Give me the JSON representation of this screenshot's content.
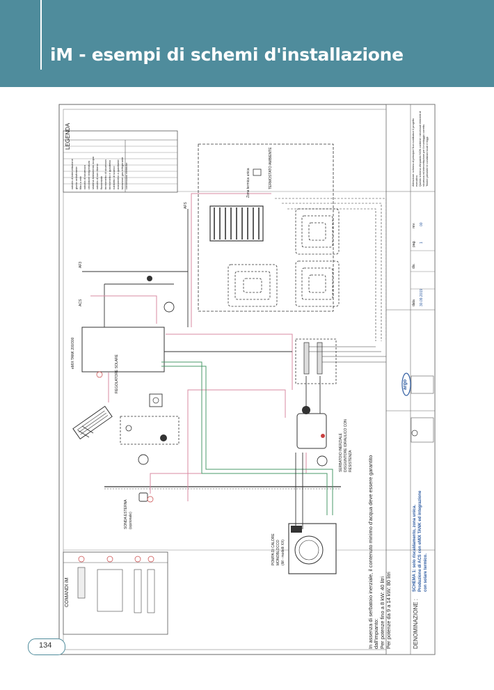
{
  "page": {
    "title": "iM - esempi di schemi d'installazione",
    "page_number": "134"
  },
  "colors": {
    "header": "#4f8c9c",
    "pipe_pink": "#d98aa2",
    "pipe_green": "#4a9a6a",
    "accent_red": "#c84040"
  },
  "diagram": {
    "legend_title": "LEGENDA",
    "legend_items": [
      "valvola di intercettazione",
      "giunto antivibrante",
      "filtro a rete",
      "valvola di sicurezza",
      "circolatore temperatura",
      "sistema trattamento acqua",
      "valvola di non ritorno",
      "flussostato",
      "termometro di sicurezza",
      "termometro e quadretta",
      "rubinetto di scarico",
      "manometro a quadrante",
      "tubazione gas refrigerante",
      "connessioni elettriche"
    ],
    "comandi_title": "COMANDI iM",
    "labels": {
      "zona_termica": "Zona termica unica",
      "termostato": "TERMOSTATO AMBIENTE",
      "afs": "AFS",
      "af3": "AF3",
      "acs": "ACS",
      "emix_tank": "eMIX TANK 200/300",
      "regolatore": "REGOLATORE SOLARE",
      "sonda_line1": "SONDA ESTERNA",
      "sonda_line2": "(opzionale)",
      "pompa_line1": "POMPA DI CALORE",
      "pompa_line2": "MONOBLOCCO",
      "pompa_line3": "(iM - modelli XX)",
      "serbatoio_line1": "SERBATOIO INERZIALE",
      "serbatoio_line2": "DISGIUNTORE IDRAULICO CON",
      "serbatoio_line3": "RESISTENZA"
    },
    "note": {
      "line1": "In assenza di serbatoio inerziale, il contenuto minimo d'acqua deve essere garantito",
      "line2": "dall'impianto:",
      "line3": "Per potenze fino a 8 kW: 40 litri",
      "line4": "Per potenze da 9 a 14 kW: 80 litri"
    },
    "title_block": {
      "denominazione_label": "DENOMINAZIONE :",
      "schema_line1": "SCHEMA 1: solo riscaldamento, zona unica.",
      "schema_line2": "Produzione di ACS con eMIX TANK ed integrazione",
      "schema_line3": "con solare termico.",
      "data_label": "data",
      "data_value": "30.09.2019",
      "dis_label": "dis.",
      "pag_label": "pag.",
      "pag_value": "1",
      "rev_label": "rev.",
      "rev_value": "00",
      "attention_line1": "Attenzione: schema di principio! Non sostituisce il progetto",
      "attention_line2": "esecutivo.",
      "attention_line3": "Questo schema d'impianto NON contiene i necessari elementi di",
      "attention_line4": "sicurezza ed intercettazione per il montaggio corretto.",
      "attention_line5": "Tenere presente le condizioni locali e leggi.",
      "brand": "argo"
    }
  }
}
